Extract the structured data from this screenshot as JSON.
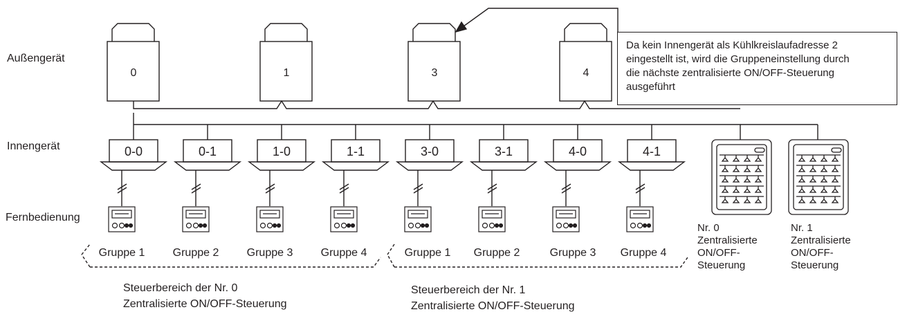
{
  "labels": {
    "outdoor": "Außengerät",
    "indoor": "Innengerät",
    "remote": "Fernbedienung"
  },
  "outdoor_units": [
    "0",
    "1",
    "3",
    "4"
  ],
  "indoor_units": [
    "0-0",
    "0-1",
    "1-0",
    "1-1",
    "3-0",
    "3-1",
    "4-0",
    "4-1"
  ],
  "groups": [
    "Gruppe 1",
    "Gruppe 2",
    "Gruppe 3",
    "Gruppe 4",
    "Gruppe 1",
    "Gruppe 2",
    "Gruppe 3",
    "Gruppe 4"
  ],
  "note": {
    "lines": [
      "Da kein Innengerät als Kühlkreislaufadresse 2",
      "eingestellt ist, wird die Gruppeneinstellung durch",
      "die nächste zentralisierte ON/OFF-Steuerung",
      "ausgeführt"
    ]
  },
  "controllers": [
    {
      "lines": [
        "Nr. 0",
        "Zentralisierte",
        "ON/OFF-",
        "Steuerung"
      ]
    },
    {
      "lines": [
        "Nr. 1",
        "Zentralisierte",
        "ON/OFF-",
        "Steuerung"
      ]
    }
  ],
  "ranges": [
    {
      "line1": "Steuerbereich der Nr. 0",
      "line2": "Zentralisierte ON/OFF-Steuerung"
    },
    {
      "line1": "Steuerbereich der Nr. 1",
      "line2": "Zentralisierte ON/OFF-Steuerung"
    }
  ]
}
